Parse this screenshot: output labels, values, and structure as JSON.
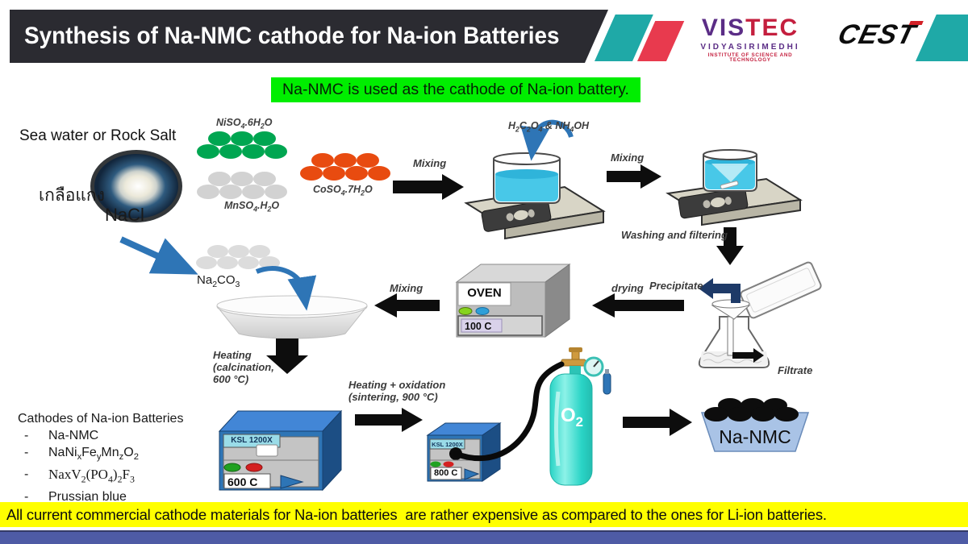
{
  "header": {
    "title": "Synthesis of Na-NMC cathode for Na-ion Batteries"
  },
  "logos": {
    "vistec_vis": "VIS",
    "vistec_tec": "TEC",
    "vistec_line1": "VIDYASIRIMEDHI",
    "vistec_line2": "INSTITUTE OF SCIENCE AND TECHNOLOGY",
    "cest": "CEST"
  },
  "banner": {
    "text": "Na-NMC is used as the cathode of Na-ion battery."
  },
  "source": {
    "label": "Sea water or Rock Salt",
    "thai": "เกลือแกง",
    "formula": "NaCl"
  },
  "reagents": {
    "nickel": "NiSO_4.6H_2O",
    "manganese": "MnSO_4.H_2O",
    "cobalt": "CoSO_4.7H_2O",
    "precipitant": "H_2C_2O_4 & NH_4OH",
    "sodium_carbonate": "Na_2CO_3"
  },
  "process": {
    "mixing": "Mixing",
    "washing": "Washing and filtering",
    "precipitate": "Precipitate",
    "filtrate": "Filtrate",
    "drying": "drying",
    "calcination_l1": "Heating",
    "calcination_l2": "(calcination,",
    "calcination_l3": "600 °C)",
    "sintering_l1": "Heating + oxidation",
    "sintering_l2": "(sintering, 900 °C)"
  },
  "equipment": {
    "oven_label": "OVEN",
    "oven_temp": "100 C",
    "furnace_model": "KSL 1200X",
    "furnace1_temp": "600 C",
    "furnace2_temp": "800 C",
    "oxygen": "O_2"
  },
  "product": {
    "name": "Na-NMC"
  },
  "cathodes": {
    "title": "Cathodes of Na-ion Batteries",
    "items": [
      "Na-NMC",
      "NaNi_xFe_yMn_zO_2",
      "NaxV_2(PO_4)_2F_3",
      "Prussian blue"
    ]
  },
  "footer": {
    "text": "All current commercial cathode materials for Na-ion batteries  are rather expensive as compared to the ones for Li-ion batteries."
  },
  "colors": {
    "banner_green": "#00ee00",
    "footer_yellow": "#ffff00",
    "bottom_bar": "#4e5ba5",
    "header_dark": "#2b2b31",
    "accent_teal": "#1fa9a7",
    "accent_red": "#e83a4e"
  }
}
